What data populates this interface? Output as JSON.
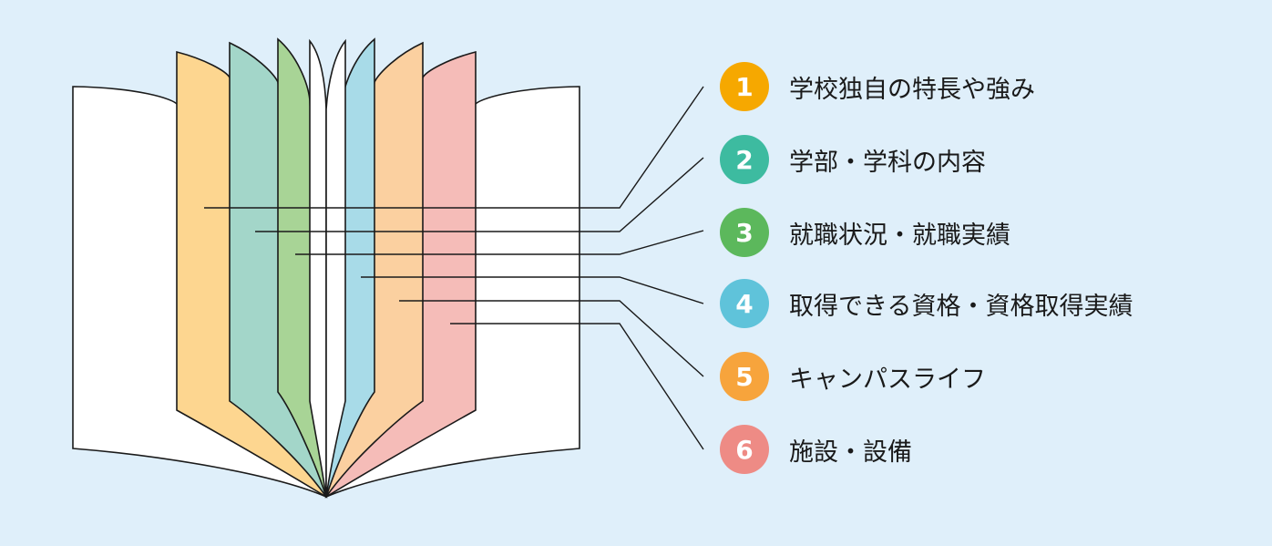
{
  "colors": {
    "background": "#dfeffa",
    "page_white": "#ffffff",
    "outline": "#1a1a1a"
  },
  "sections": [
    {
      "number": "1",
      "label": "学校独自の特長や強み",
      "badge_color": "#f6a800",
      "page_color": "#fdd690"
    },
    {
      "number": "2",
      "label": "学部・学科の内容",
      "badge_color": "#3dbba0",
      "page_color": "#a3d6c9"
    },
    {
      "number": "3",
      "label": "就職状況・就職実績",
      "badge_color": "#5cb85c",
      "page_color": "#a8d496"
    },
    {
      "number": "4",
      "label": "取得できる資格・資格取得実績",
      "badge_color": "#5fc3da",
      "page_color": "#a8dbe8"
    },
    {
      "number": "5",
      "label": "キャンパスライフ",
      "badge_color": "#f7a43c",
      "page_color": "#fbd0a0"
    },
    {
      "number": "6",
      "label": "施設・設備",
      "badge_color": "#ee8b85",
      "page_color": "#f5bcb8"
    }
  ]
}
